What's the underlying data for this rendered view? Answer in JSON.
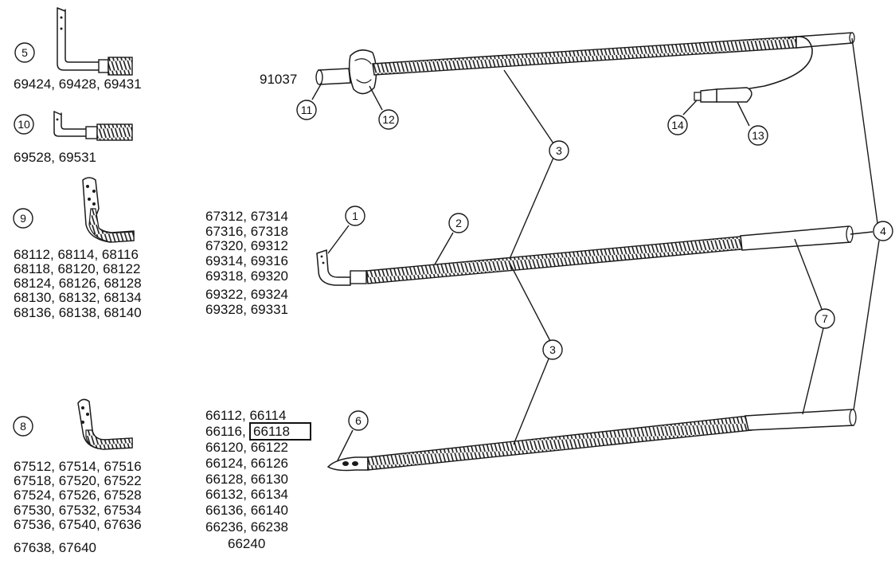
{
  "left_variants": [
    {
      "callout": "5",
      "codes": [
        "69424, 69428, 69431"
      ]
    },
    {
      "callout": "10",
      "codes": [
        "69528, 69531"
      ]
    },
    {
      "callout": "9",
      "codes": [
        "68112, 68114, 68116",
        "68118, 68120, 68122",
        "68124, 68126, 68128",
        "68130, 68132, 68134",
        "68136, 68138, 68140"
      ]
    },
    {
      "callout": "8",
      "codes": [
        "67512, 67514, 67516",
        "67518, 67520, 67522",
        "67524, 67526, 67528",
        "67530, 67532, 67534",
        "67536, 67540, 67636",
        "67638, 67640"
      ]
    }
  ],
  "top_tube": {
    "code": "91037",
    "callouts": [
      "11",
      "12",
      "13",
      "14"
    ]
  },
  "middle_tube": {
    "codes": [
      "67312, 67314",
      "67316, 67318",
      "67320, 69312",
      "69314, 69316",
      "69318, 69320",
      "69322, 69324",
      "69328, 69331"
    ],
    "callouts": [
      "1",
      "2"
    ]
  },
  "bottom_tube": {
    "codes_line1": "66112, 66114",
    "codes_line2_a": "66116,",
    "codes_line2_b": "66118",
    "codes_rest": [
      "66120, 66122",
      "66124, 66126",
      "66128, 66130",
      "66132, 66134",
      "66136, 66140",
      "66236, 66238",
      "66240"
    ],
    "callouts": [
      "6"
    ]
  },
  "shared_callouts": {
    "wire_reinforcement": "3",
    "connector": "4",
    "cuff_end": "7"
  }
}
